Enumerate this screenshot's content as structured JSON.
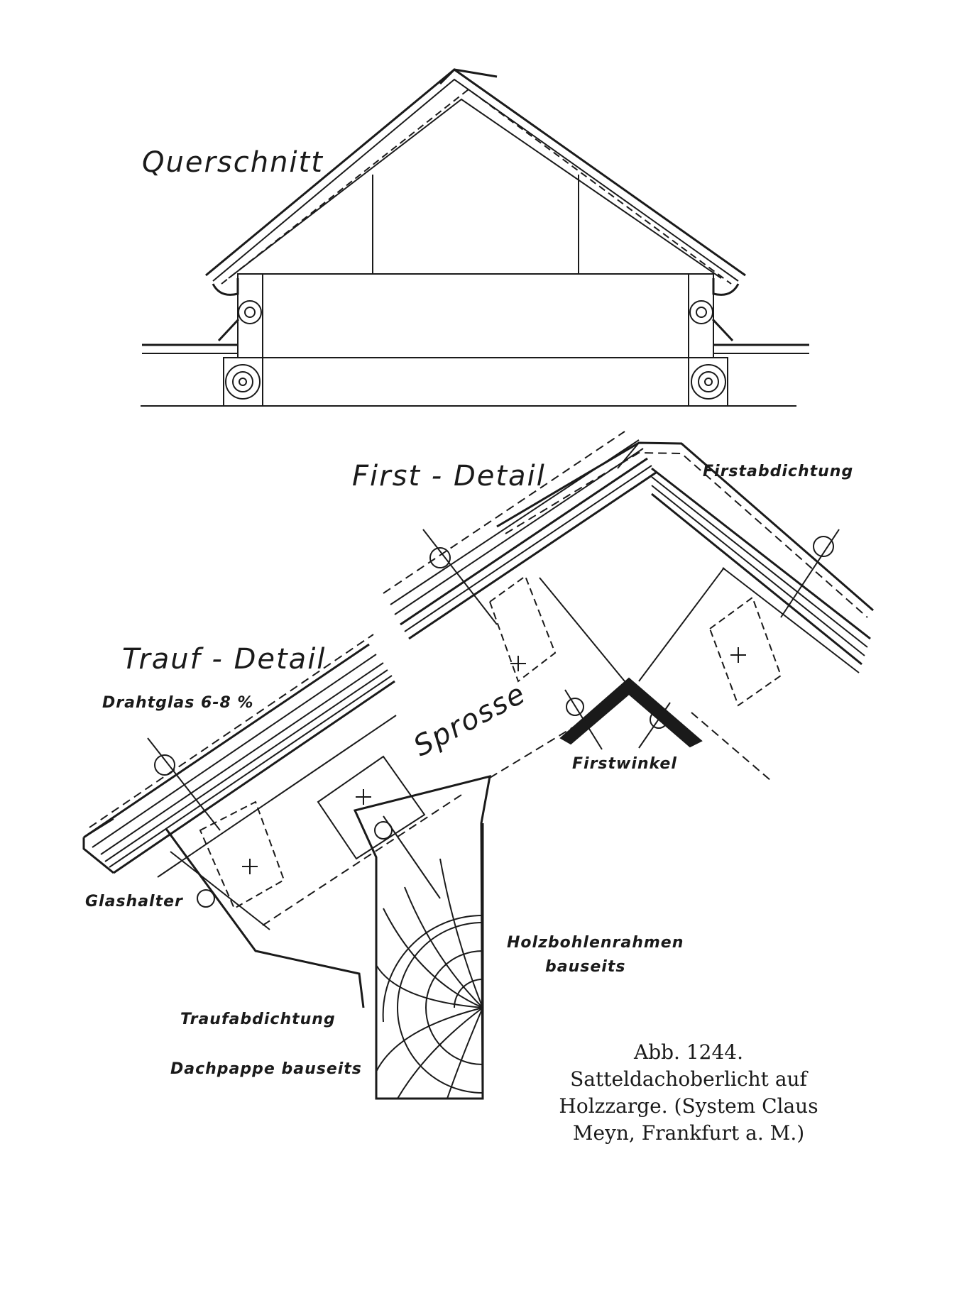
{
  "labels": {
    "querschnitt": "Querschnitt",
    "first_detail": "First - Detail",
    "firstabdichtung": "Firstabdichtung",
    "trauf_detail": "Trauf - Detail",
    "drahtglas": "Drahtglas 6-8 %",
    "sprosse": "Sprosse",
    "firstwinkel": "Firstwinkel",
    "glashalter": "Glashalter",
    "holzbohlenrahmen_1": "Holzbohlenrahmen",
    "holzbohlenrahmen_2": "bauseits",
    "traufabdichtung": "Traufabdichtung",
    "dachpappe": "Dachpappe bauseits"
  },
  "caption": {
    "figure_number": "Abb. 1244.",
    "line1": "Satteldachoberlicht auf",
    "line2": "Holzzarge. (System Claus",
    "line3": "Meyn, Frankfurt a. M.)"
  },
  "colors": {
    "ink": "#1a1a1a",
    "paper": "#ffffff"
  }
}
